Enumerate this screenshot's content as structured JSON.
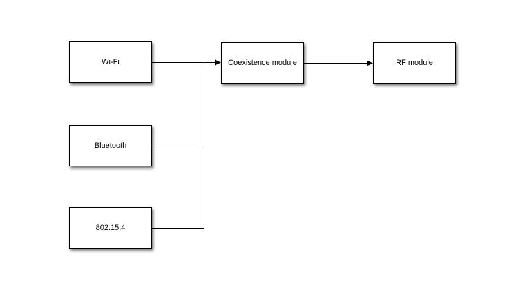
{
  "diagram": {
    "type": "block-diagram",
    "background_color": "#ffffff",
    "block_fill_color": "#ffffff",
    "block_border_color": "#000000",
    "wire_color": "#000000",
    "text_color": "#000000",
    "blocks": [
      {
        "id": "wifi",
        "label": "Wi-Fi"
      },
      {
        "id": "bluetooth",
        "label": "Bluetooth"
      },
      {
        "id": "802-15-4",
        "label": "802.15.4"
      },
      {
        "id": "coexistence",
        "label": "Coexistence module"
      },
      {
        "id": "rf",
        "label": "RF module"
      }
    ],
    "connections": [
      {
        "from": "wifi",
        "to": "coexistence",
        "arrow": true
      },
      {
        "from": "bluetooth",
        "to": "coexistence",
        "arrow": true
      },
      {
        "from": "802-15-4",
        "to": "coexistence",
        "arrow": true
      },
      {
        "from": "coexistence",
        "to": "rf",
        "arrow": true
      }
    ]
  }
}
